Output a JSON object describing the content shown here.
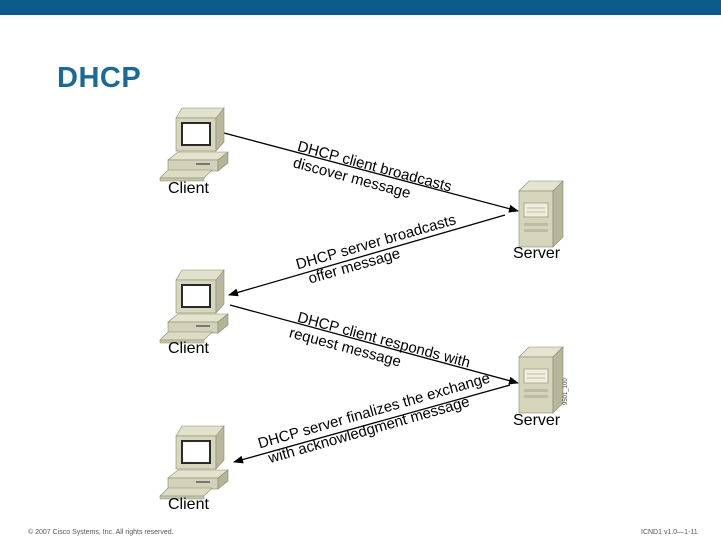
{
  "slide": {
    "title": "DHCP"
  },
  "nodes": {
    "client1": "Client",
    "client2": "Client",
    "client3": "Client",
    "server1": "Server",
    "server2": "Server"
  },
  "messages": {
    "m1_line1": "DHCP client broadcasts",
    "m1_line2": "discover message",
    "m2_line1": "DHCP server broadcasts",
    "m2_line2": "offer message",
    "m3_line1": "DHCP client responds with",
    "m3_line2": "request message",
    "m4_line1": "DHCP server finalizes the exchange",
    "m4_line2": "with acknowledgment message"
  },
  "figure_code": "9501_100",
  "footer": {
    "copyright": "© 2007 Cisco Systems, Inc. All rights reserved.",
    "course": "ICND1 v1.0—1-11"
  },
  "colors": {
    "topbar": "#0b5c8a",
    "title": "#1b6a96"
  }
}
